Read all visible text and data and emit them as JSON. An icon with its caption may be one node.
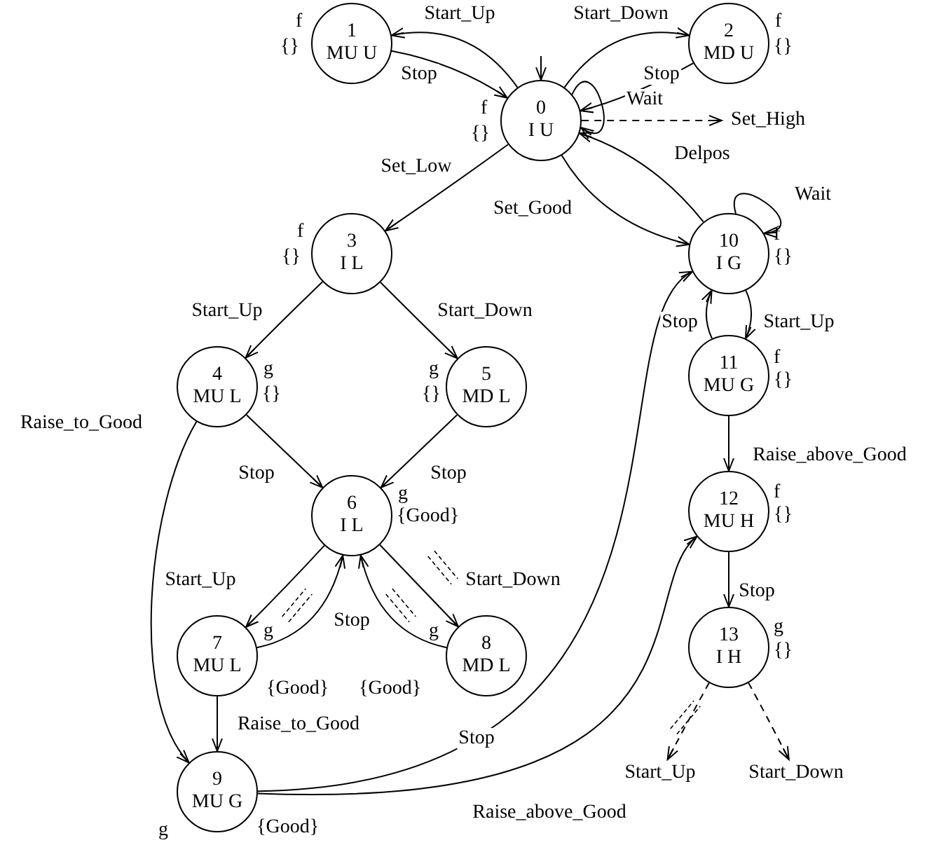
{
  "diagram": {
    "nodes": [
      {
        "text": [
          "0",
          "I U"
        ],
        "beside": [
          "f",
          "{}"
        ]
      },
      {
        "text": [
          "1",
          "MU U"
        ],
        "beside": [
          "f",
          "{}"
        ]
      },
      {
        "text": [
          "2",
          "MD U"
        ],
        "beside": [
          "f",
          "{}"
        ]
      },
      {
        "text": [
          "3",
          "I L"
        ],
        "beside": [
          "f",
          "{}"
        ]
      },
      {
        "text": [
          "4",
          "MU L"
        ],
        "beside": [
          "g",
          "{}"
        ]
      },
      {
        "text": [
          "5",
          "MD L"
        ],
        "beside": [
          "g",
          "{}"
        ]
      },
      {
        "text": [
          "6",
          "I L"
        ],
        "beside": [
          "g",
          "{Good}"
        ]
      },
      {
        "text": [
          "7",
          "MU L"
        ],
        "beside": [
          "g",
          "{Good}"
        ]
      },
      {
        "text": [
          "8",
          "MD L"
        ],
        "beside": [
          "g",
          "{Good}"
        ]
      },
      {
        "text": [
          "9",
          "MU G"
        ],
        "beside": [
          "g",
          "{Good}"
        ]
      },
      {
        "text": [
          "10",
          "I G"
        ],
        "beside": [
          "f",
          "{}"
        ]
      },
      {
        "text": [
          "11",
          "MU G"
        ],
        "beside": [
          "f",
          "{}"
        ]
      },
      {
        "text": [
          "12",
          "MU H"
        ],
        "beside": [
          "f",
          "{}"
        ]
      },
      {
        "text": [
          "13",
          "I H"
        ],
        "beside": [
          "g",
          "{}"
        ]
      },
      {
        "text": [
          "Set_High"
        ]
      },
      {
        "text": [
          "Start_Up"
        ]
      },
      {
        "text": [
          "Start_Down"
        ]
      }
    ],
    "edges": [
      {
        "from": null,
        "to": 0,
        "arrow": "to"
      },
      {
        "from": 0,
        "to": 1,
        "arrow": "to",
        "label": "Start_Up"
      },
      {
        "from": 1,
        "to": 0,
        "arrow": "to",
        "label": "Stop"
      },
      {
        "from": 0,
        "to": 2,
        "arrow": "to",
        "label": "Start_Down"
      },
      {
        "from": 2,
        "to": 0,
        "arrow": "to",
        "label": "Stop"
      },
      {
        "from": 0,
        "to": 0,
        "arrow": "to",
        "label": "Wait"
      },
      {
        "from": 0,
        "to": 14,
        "arrow": "to",
        "style": "dashed"
      },
      {
        "from": 10,
        "to": 0,
        "arrow": "to",
        "label": "Delpos"
      },
      {
        "from": 0,
        "to": 3,
        "arrow": "to",
        "label": "Set_Low"
      },
      {
        "from": 0,
        "to": 10,
        "arrow": "to",
        "label": "Set_Good"
      },
      {
        "from": 10,
        "to": 10,
        "arrow": "to",
        "label": "Wait"
      },
      {
        "from": 3,
        "to": 4,
        "arrow": "to",
        "label": "Start_Up"
      },
      {
        "from": 3,
        "to": 5,
        "arrow": "to",
        "label": "Start_Down"
      },
      {
        "from": 4,
        "to": 6,
        "arrow": "to",
        "label": "Stop"
      },
      {
        "from": 5,
        "to": 6,
        "arrow": "to",
        "label": "Stop"
      },
      {
        "from": 4,
        "to": 9,
        "arrow": "to",
        "label": "Raise_to_Good"
      },
      {
        "from": 6,
        "to": 7,
        "arrow": "to",
        "label": "Start_Up"
      },
      {
        "from": 6,
        "to": 8,
        "arrow": "to",
        "label": "Start_Down"
      },
      {
        "from": 7,
        "to": 6,
        "arrow": "to",
        "label": "Stop"
      },
      {
        "from": 8,
        "to": 6,
        "arrow": "to"
      },
      {
        "from": 7,
        "to": 9,
        "arrow": "to",
        "label": "Raise_to_Good"
      },
      {
        "from": 9,
        "to": 10,
        "arrow": "to",
        "label": "Stop"
      },
      {
        "from": 9,
        "to": 12,
        "arrow": "to",
        "label": "Raise_above_Good"
      },
      {
        "from": 10,
        "to": 11,
        "arrow": "to",
        "label": "Start_Up"
      },
      {
        "from": 11,
        "to": 10,
        "arrow": "to",
        "label": "Stop"
      },
      {
        "from": 11,
        "to": 12,
        "arrow": "to",
        "label": "Raise_above_Good"
      },
      {
        "from": 12,
        "to": 13,
        "arrow": "to",
        "label": "Stop"
      },
      {
        "from": 13,
        "to": 15,
        "arrow": "to",
        "style": "dashed"
      },
      {
        "from": 13,
        "to": 16,
        "arrow": "to",
        "style": "dashed"
      }
    ]
  }
}
